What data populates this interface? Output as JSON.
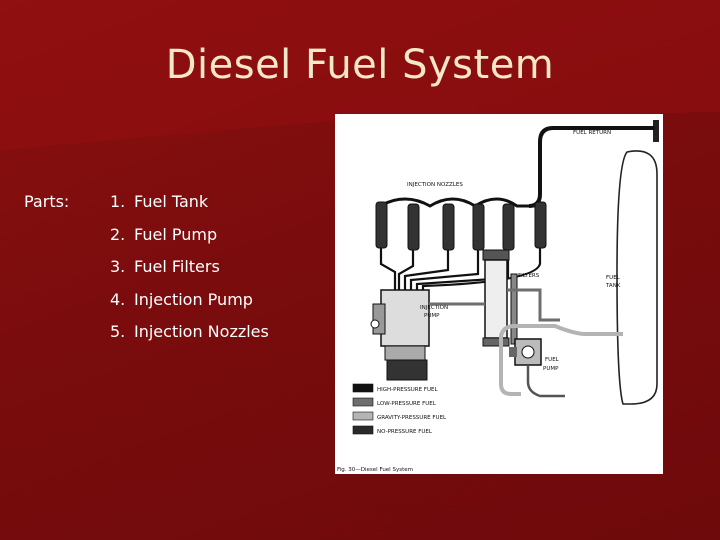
{
  "slide": {
    "title": "Diesel Fuel System",
    "parts_label": "Parts:",
    "parts": [
      {
        "num": "1.",
        "text": "Fuel Tank"
      },
      {
        "num": "2.",
        "text": "Fuel Pump"
      },
      {
        "num": "3.",
        "text": "Fuel Filters"
      },
      {
        "num": "4.",
        "text": "Injection Pump"
      },
      {
        "num": "5.",
        "text": "Injection Nozzles"
      }
    ],
    "colors": {
      "background": "#7c0d0e",
      "title": "#f4e8c8",
      "text": "#ffffff"
    }
  },
  "figure": {
    "labels": {
      "fuel_return": "FUEL RETURN",
      "injection_nozzles": "INJECTION NOZZLES",
      "filters": "FILTERS",
      "fuel_tank_1": "FUEL",
      "fuel_tank_2": "TANK",
      "injection_pump_1": "INJECTION",
      "injection_pump_2": "PUMP",
      "fuel_pump_1": "FUEL",
      "fuel_pump_2": "PUMP"
    },
    "legend": [
      {
        "label": "HIGH-PRESSURE FUEL",
        "color": "#111111"
      },
      {
        "label": "LOW-PRESSURE FUEL",
        "color": "#6e6e6e"
      },
      {
        "label": "GRAVITY-PRESSURE FUEL",
        "color": "#b4b4b4"
      },
      {
        "label": "NO-PRESSURE FUEL",
        "color": "#2a2a2a"
      }
    ],
    "caption": "Fig. 30—Diesel Fuel System"
  }
}
